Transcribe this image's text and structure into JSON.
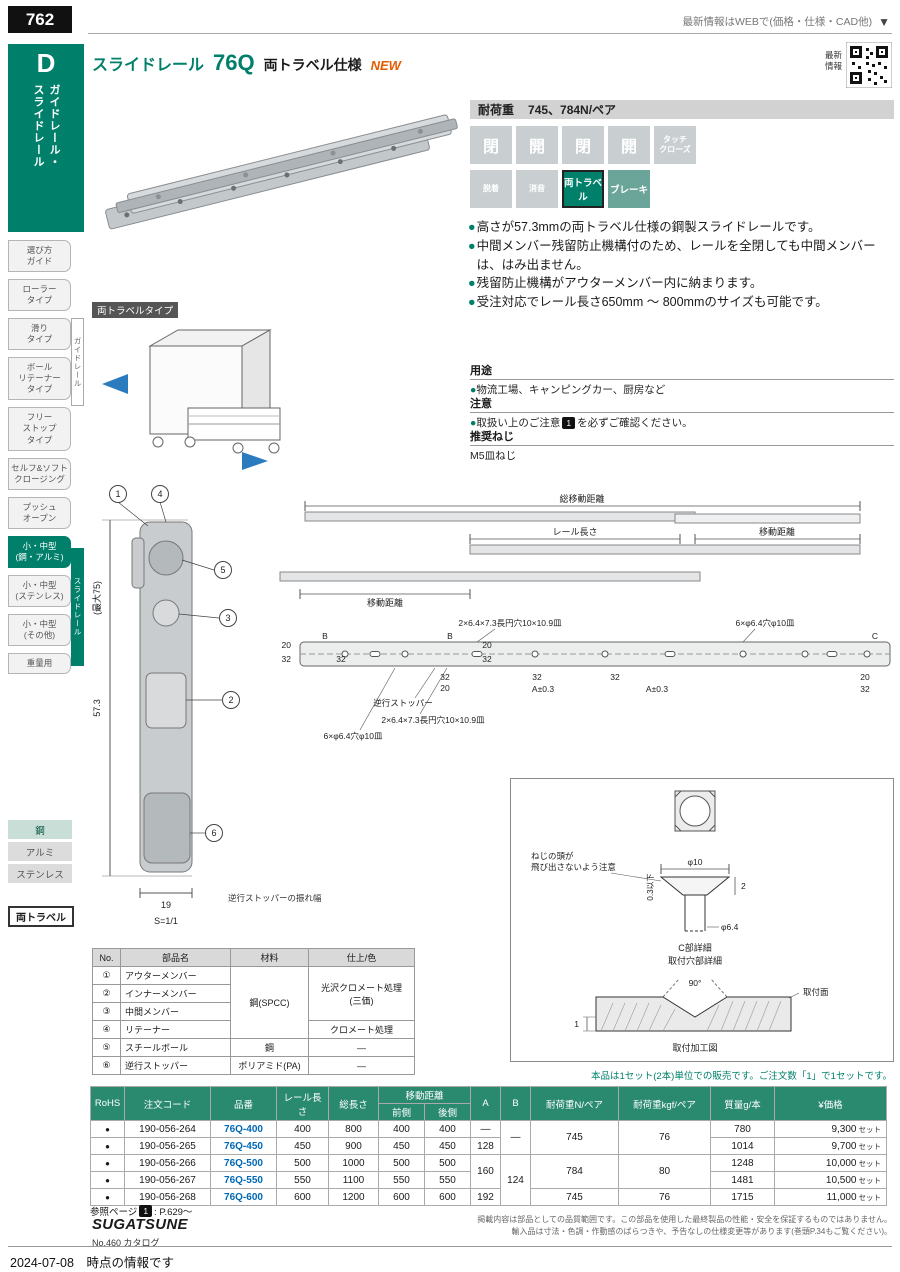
{
  "colors": {
    "brand_green": "#00806b",
    "table_green": "#2a8a70",
    "part_blue": "#0068b7",
    "accent_orange": "#e55c00",
    "arrow_blue": "#2b7bbf"
  },
  "page": {
    "number": "762",
    "web_note": "最新情報はWEBで(価格・仕様・CAD他)",
    "date": "2024-07-08　時点の情報です"
  },
  "sidebar": {
    "section_letter": "D",
    "section_title": "ガイドレール・\nスライドレール",
    "tabs": [
      {
        "label": "選び方\nガイド"
      },
      {
        "label": "ローラー\nタイプ"
      },
      {
        "label": "滑り\nタイプ"
      },
      {
        "label": "ボール\nリテーナー\nタイプ"
      },
      {
        "label": "フリー\nストップ\nタイプ"
      },
      {
        "label": "セルフ&ソフト\nクロージング"
      },
      {
        "label": "プッシュ\nオープン"
      },
      {
        "label": "小・中型\n(鋼・アルミ)"
      },
      {
        "label": "小・中型\n(ステンレス)"
      },
      {
        "label": "小・中型\n(その他)"
      },
      {
        "label": "重量用"
      }
    ],
    "rail_strip": "ガイドレール",
    "slide_strip": "スライドレール",
    "materials": [
      "鋼",
      "アルミ",
      "ステンレス"
    ],
    "travel_tab": "両トラベル"
  },
  "header": {
    "title": "スライドレール",
    "model": "76Q",
    "subtitle": "両トラベル仕様",
    "new_badge": "NEW",
    "qr_label": "最新\n情報"
  },
  "load_bar": {
    "label": "耐荷重",
    "value": "745、784N/ペア"
  },
  "icons": {
    "row1": [
      "閉",
      "開",
      "閉",
      "開",
      "タッチ\nクローズ"
    ],
    "row2": [
      "脱着",
      "消音",
      "両トラベル",
      "ブレーキ"
    ]
  },
  "features": [
    "高さが57.3mmの両トラベル仕様の鋼製スライドレールです。",
    "中間メンバー残留防止機構付のため、レールを全閉しても中間メンバーは、はみ出ません。",
    "残留防止機構がアウターメンバー内に納まります。",
    "受注対応でレール長さ650mm 〜 800mmのサイズも可能です。"
  ],
  "usage": {
    "label": "用途",
    "text": "物流工場、キャンピングカー、厨房など"
  },
  "caution": {
    "label": "注意",
    "pre": "取扱い上のご注意",
    "badge": "1",
    "post": "を必ずご確認ください。"
  },
  "screw": {
    "label": "推奨ねじ",
    "text": "M5皿ねじ"
  },
  "drawings": {
    "travel_type_label": "両トラベルタイプ",
    "total_travel": "総移動距離",
    "rail_length": "レール長さ",
    "travel": "移動距離",
    "slot_spec": "2×6.4×7.3長円穴10×10.9皿",
    "hole_spec": "6×φ6.4穴φ10皿",
    "d20": "20",
    "d32": "32",
    "dB": "B",
    "dC": "C",
    "dA": "A±0.3",
    "reverse_stopper": "逆行ストッパー",
    "stopper_swing": "逆行ストッパーの振れ幅",
    "height": "57.3",
    "max_height": "(最大75)",
    "width19": "19",
    "scale": "S=1/1",
    "balloons": [
      "1",
      "4",
      "5",
      "3",
      "2",
      "6"
    ]
  },
  "detail": {
    "note1": "ねじの頭が",
    "note2": "飛び出さないよう注意",
    "dia10": "φ10",
    "d2": "2",
    "d03": "0.3以下",
    "dia64": "φ6.4",
    "c_detail": "C部詳細",
    "hole_detail": "取付穴部詳細",
    "angle": "90°",
    "face": "取付面",
    "d1": "1",
    "fig": "取付加工図"
  },
  "parts": {
    "headers": [
      "No.",
      "部品名",
      "材料",
      "仕上/色"
    ],
    "rows": [
      {
        "no": "①",
        "name": "アウターメンバー"
      },
      {
        "no": "②",
        "name": "インナーメンバー"
      },
      {
        "no": "③",
        "name": "中間メンバー"
      },
      {
        "no": "④",
        "name": "リテーナー",
        "finish": "クロメート処理"
      },
      {
        "no": "⑤",
        "name": "スチールボール",
        "material": "鋼",
        "finish": "—"
      },
      {
        "no": "⑥",
        "name": "逆行ストッパー",
        "material": "ポリアミド(PA)",
        "finish": "—"
      }
    ],
    "merged": {
      "material_steel": "鋼(SPCC)",
      "finish_bright": "光沢クロメート処理\n(三価)"
    }
  },
  "sales_note": "本品は1セット(2本)単位での販売です。ご注文数「1」で1セットです。",
  "spec": {
    "headers": {
      "rohs": "RoHS",
      "order": "注文コード",
      "pn": "品番",
      "rail": "レール長さ",
      "total": "総長さ",
      "travel": "移動距離",
      "front": "前側",
      "rear": "後側",
      "a": "A",
      "b": "B",
      "load_n": "耐荷重N/ペア",
      "load_kgf": "耐荷重kgf/ペア",
      "mass": "質量g/本",
      "price": "¥価格"
    },
    "rows": [
      {
        "rohs": "●",
        "order": "190-056-264",
        "pn": "76Q-400",
        "rail": "400",
        "total": "800",
        "front": "400",
        "rear": "400",
        "a": "—",
        "mass": "780",
        "price": "9,300",
        "unit": "セット"
      },
      {
        "rohs": "●",
        "order": "190-056-265",
        "pn": "76Q-450",
        "rail": "450",
        "total": "900",
        "front": "450",
        "rear": "450",
        "a": "128",
        "mass": "1014",
        "price": "9,700",
        "unit": "セット"
      },
      {
        "rohs": "●",
        "order": "190-056-266",
        "pn": "76Q-500",
        "rail": "500",
        "total": "1000",
        "front": "500",
        "rear": "500",
        "mass": "1248",
        "price": "10,000",
        "unit": "セット"
      },
      {
        "rohs": "●",
        "order": "190-056-267",
        "pn": "76Q-550",
        "rail": "550",
        "total": "1100",
        "front": "550",
        "rear": "550",
        "mass": "1481",
        "price": "10,500",
        "unit": "セット"
      },
      {
        "rohs": "●",
        "order": "190-056-268",
        "pn": "76Q-600",
        "rail": "600",
        "total": "1200",
        "front": "600",
        "rear": "600",
        "a": "192",
        "n": "745",
        "kgf": "76",
        "mass": "1715",
        "price": "11,000",
        "unit": "セット"
      }
    ],
    "merged": {
      "b_top": "—",
      "a_mid": "160",
      "b_mid": "124",
      "n_12": "745",
      "kgf_12": "76",
      "n_34": "784",
      "kgf_34": "80"
    }
  },
  "ref": {
    "label": "参照ページ",
    "badge": "1",
    "text": ": P.629〜"
  },
  "footer": {
    "logo": "SUGATSUNE",
    "catalog": "No.460 カタログ",
    "note1": "掲載内容は部品としての品質範囲です。この部品を使用した最終製品の性能・安全を保証するものではありません。",
    "note2": "輸入品は寸法・色調・作動感のばらつきや、予告なしの仕様変更等があります(巻頭P.34もご覧ください)。"
  }
}
